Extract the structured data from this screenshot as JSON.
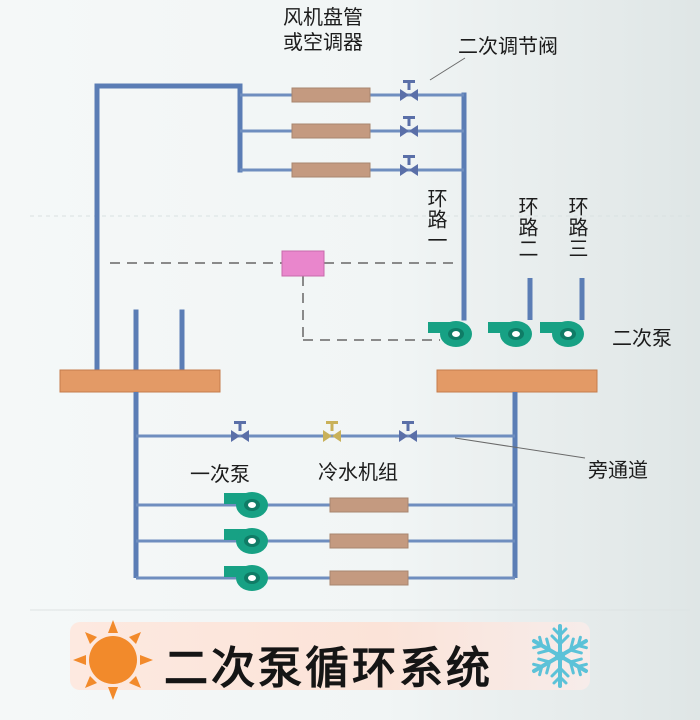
{
  "labels": {
    "fan_coil": [
      "风机盘管",
      "或空调器"
    ],
    "secondary_valve": "二次调节阀",
    "loop_1": "环路一",
    "loop_2": "环路二",
    "loop_3": "环路三",
    "secondary_pump": "二次泵",
    "primary_pump": "一次泵",
    "chiller": "冷水机组",
    "bypass": "旁通道"
  },
  "title": "二次泵循环系统",
  "colors": {
    "pipe": "#5b7db5",
    "thin_pipe": "#6f8ebf",
    "header": "#e39a66",
    "coil": "#c49a80",
    "pump": "#17a184",
    "controller": "#e986cc",
    "sun": "#f28a2b",
    "snowflake": "#5cc2d8"
  },
  "icons": [
    "sun-icon",
    "snowflake-icon",
    "pump-icon",
    "valve-icon"
  ]
}
